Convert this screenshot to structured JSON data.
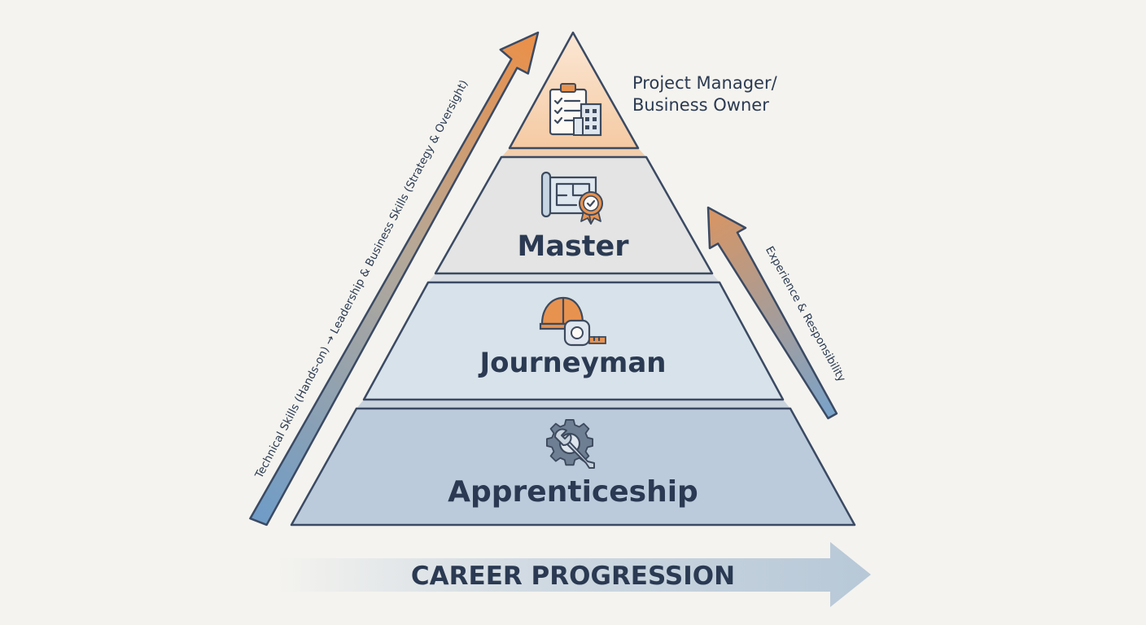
{
  "diagram": {
    "tiers": [
      {
        "id": "top",
        "label_line1": "Project Manager/",
        "label_line2": "Business Owner",
        "icon": "clipboard-building-icon"
      },
      {
        "id": "master",
        "label": "Master",
        "icon": "blueprint-award-icon"
      },
      {
        "id": "journeyman",
        "label": "Journeyman",
        "icon": "hardhat-tape-measure-icon"
      },
      {
        "id": "apprenticeship",
        "label": "Apprenticeship",
        "icon": "gear-wrench-icon"
      }
    ],
    "left_arrow_label": "Technical Skills (Hands-on) → Leadership & Business Skills (Strategy & Oversight)",
    "right_arrow_label": "Experience & Responsibility",
    "bottom_arrow_label": "CAREER PROGRESSION"
  },
  "colors": {
    "accent_orange": "#e8924f",
    "accent_blue": "#6f9cc7",
    "text_dark": "#2b3a52",
    "outline": "#3b4a63"
  }
}
